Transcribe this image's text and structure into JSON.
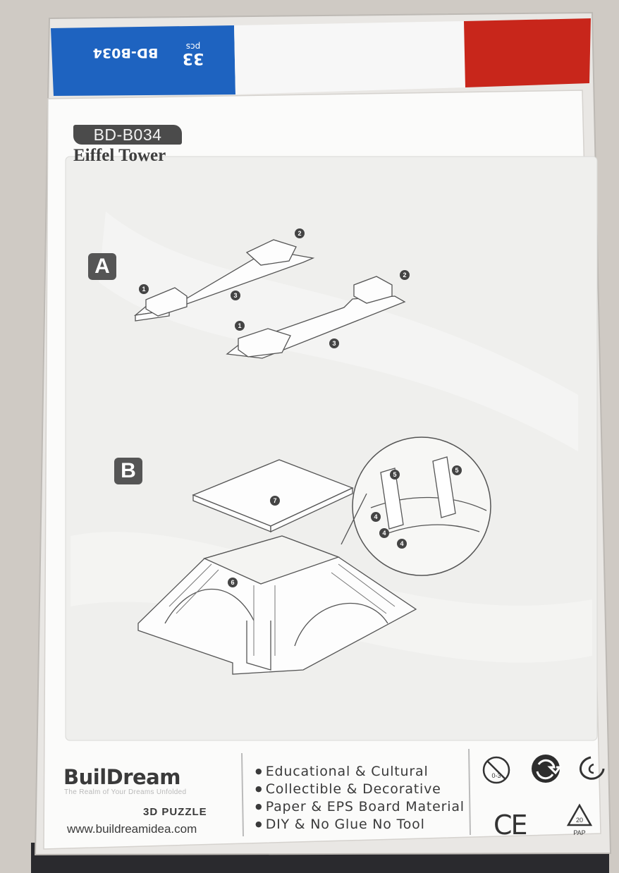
{
  "package": {
    "model_code": "BD-B034",
    "product_name": "Eiffel Tower",
    "spine": {
      "model_code": "BD-B034",
      "piece_count": "33",
      "piece_unit": "pcs",
      "flag_colors": [
        "#1e63c0",
        "#f7f7f7",
        "#c8261b"
      ]
    }
  },
  "instructions": {
    "steps": [
      {
        "label": "A",
        "callouts": [
          "1",
          "2",
          "3",
          "1",
          "2",
          "3"
        ]
      },
      {
        "label": "B",
        "callouts": [
          "7",
          "6",
          "5",
          "5",
          "4",
          "4",
          "4"
        ]
      }
    ]
  },
  "footer": {
    "brand": "BuilDream",
    "tagline": "The Realm of Your Dreams Unfolded",
    "category": "3D PUZZLE",
    "website": "www.buildreamidea.com",
    "features": [
      "Educational & Cultural",
      "Collectible & Decorative",
      "Paper & EPS Board Material",
      "DIY & No Glue No Tool"
    ],
    "marks": {
      "age_warning": "0-3",
      "ce": "CE",
      "recycle_code": "20",
      "recycle_label": "PAP",
      "icons": [
        "age-warning-icon",
        "recycle-arrows-icon",
        "recycle-swirl-icon",
        "ce-mark-icon",
        "pap-recycle-icon"
      ]
    }
  }
}
